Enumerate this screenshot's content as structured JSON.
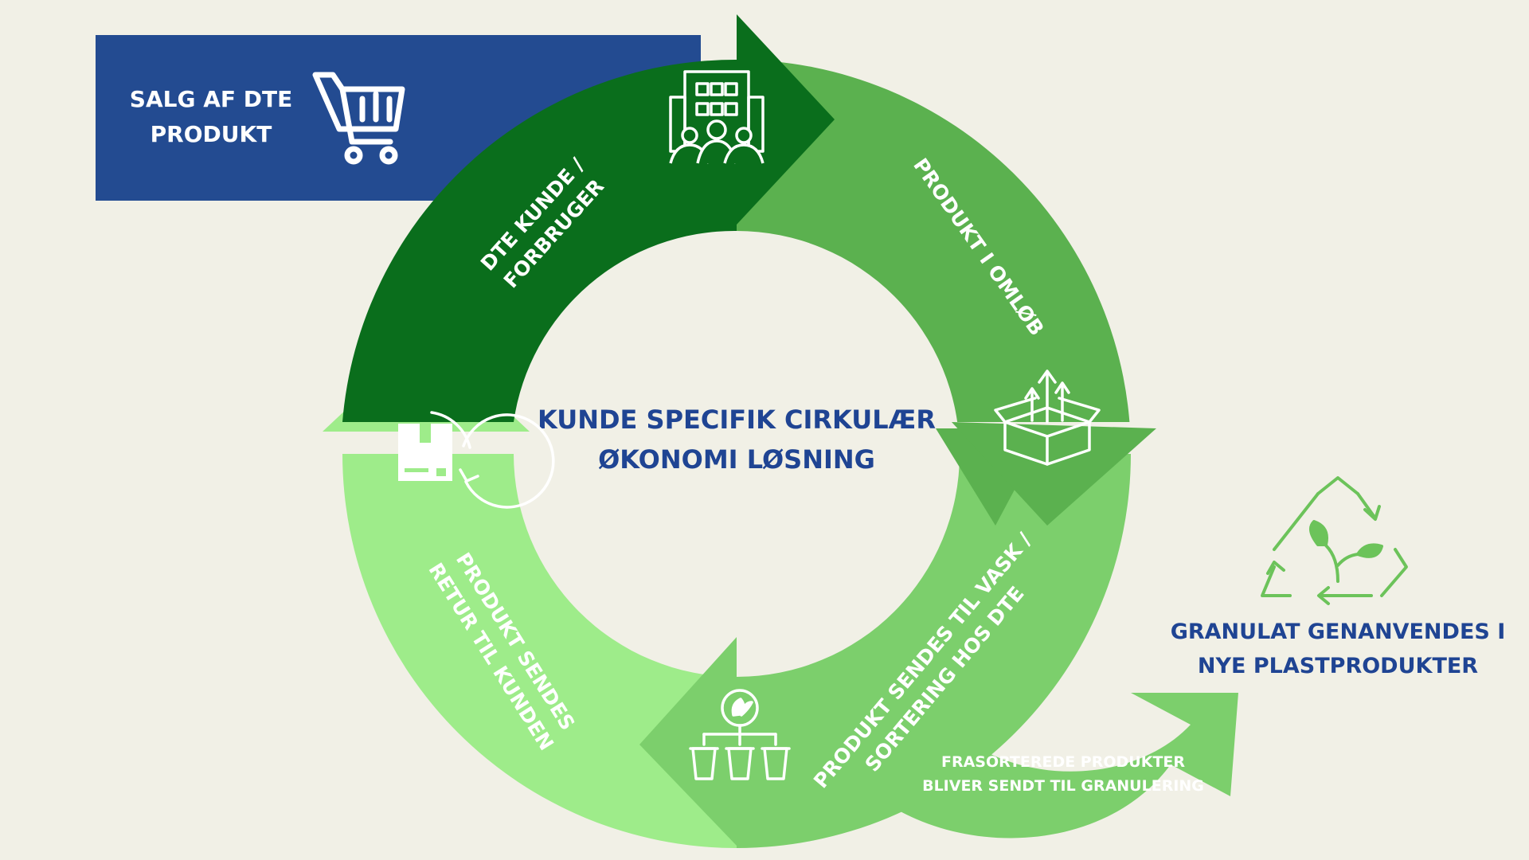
{
  "colors": {
    "background": "#f1f0e6",
    "banner_blue": "#234b91",
    "dark_green": "#0a6e1c",
    "mid_green": "#5bb14f",
    "green": "#7ccf6c",
    "light_green": "#9eec8a",
    "recycle_green": "#6cc35a",
    "title_blue": "#1f4493",
    "white": "#ffffff"
  },
  "banner": {
    "line1": "SALG AF DTE",
    "line2": "PRODUKT",
    "icon": "shopping-cart-icon"
  },
  "center": {
    "line1": "KUNDE SPECIFIK CIRKULÆR",
    "line2": "ØKONOMI LØSNING"
  },
  "segments": {
    "customer": {
      "line1": "DTE KUNDE /",
      "line2": "FORBRUGER",
      "icon": "office-people-icon"
    },
    "circulation": {
      "line1": "PRODUKT I OMLØB",
      "icon": "box-arrows-icon"
    },
    "washing": {
      "line1": "PRODUKT SENDES TIL VASK /",
      "line2": "SORTERING HOS DTE",
      "icon": "sorting-bins-icon"
    },
    "return": {
      "line1": "PRODUKT SENDES",
      "line2": "RETUR TIL KUNDEN",
      "icon": "box-return-icon"
    }
  },
  "granulation": {
    "line1": "FRASORTEREDE PRODUKTER",
    "line2": "BLIVER SENDT TIL GRANULERING"
  },
  "recycle": {
    "line1": "GRANULAT GENANVENDES I",
    "line2": "NYE PLASTPRODUKTER",
    "icon": "recycle-leaf-icon"
  }
}
